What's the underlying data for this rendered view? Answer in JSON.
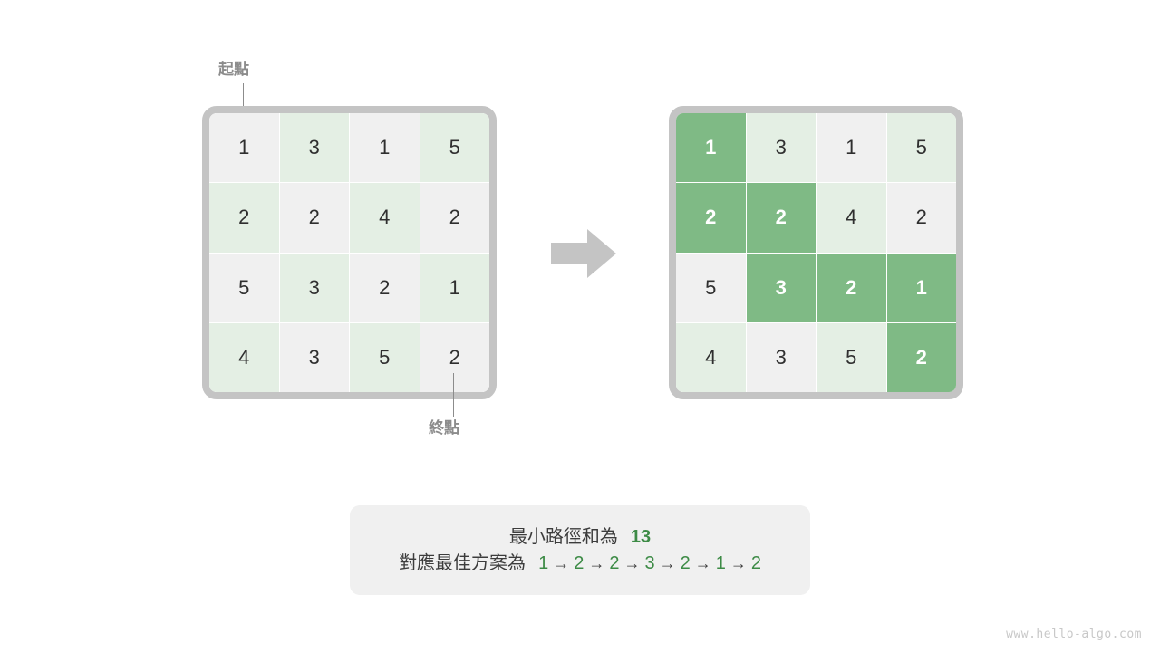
{
  "grid": {
    "rows": 4,
    "cols": 4,
    "values": [
      [
        1,
        3,
        1,
        5
      ],
      [
        2,
        2,
        4,
        2
      ],
      [
        5,
        3,
        2,
        1
      ],
      [
        4,
        3,
        5,
        2
      ]
    ]
  },
  "left_grid": {
    "title": "input-grid",
    "highlights": []
  },
  "right_grid": {
    "title": "solution-grid",
    "highlights": [
      [
        0,
        0
      ],
      [
        1,
        0
      ],
      [
        1,
        1
      ],
      [
        2,
        1
      ],
      [
        2,
        2
      ],
      [
        2,
        3
      ],
      [
        3,
        3
      ]
    ]
  },
  "annotations": {
    "start_label": "起點",
    "end_label": "終點"
  },
  "transform": {
    "icon": "right-arrow-icon"
  },
  "caption": {
    "sum_lead": "最小路徑和為",
    "sum_value": "13",
    "path_lead": "對應最佳方案為",
    "path_values": [
      "1",
      "2",
      "2",
      "3",
      "2",
      "1",
      "2"
    ],
    "path_arrow": "→"
  },
  "watermark": {
    "text": "www.hello-algo.com"
  },
  "colors": {
    "cell_gray": "#f0f0f0",
    "cell_green": "#e4efe4",
    "highlight_green": "#7fba85",
    "accent_green": "#3d8b46",
    "frame_gray": "#c4c4c4",
    "label_gray": "#8c8c8c",
    "text_dark": "#3c3c3c"
  }
}
